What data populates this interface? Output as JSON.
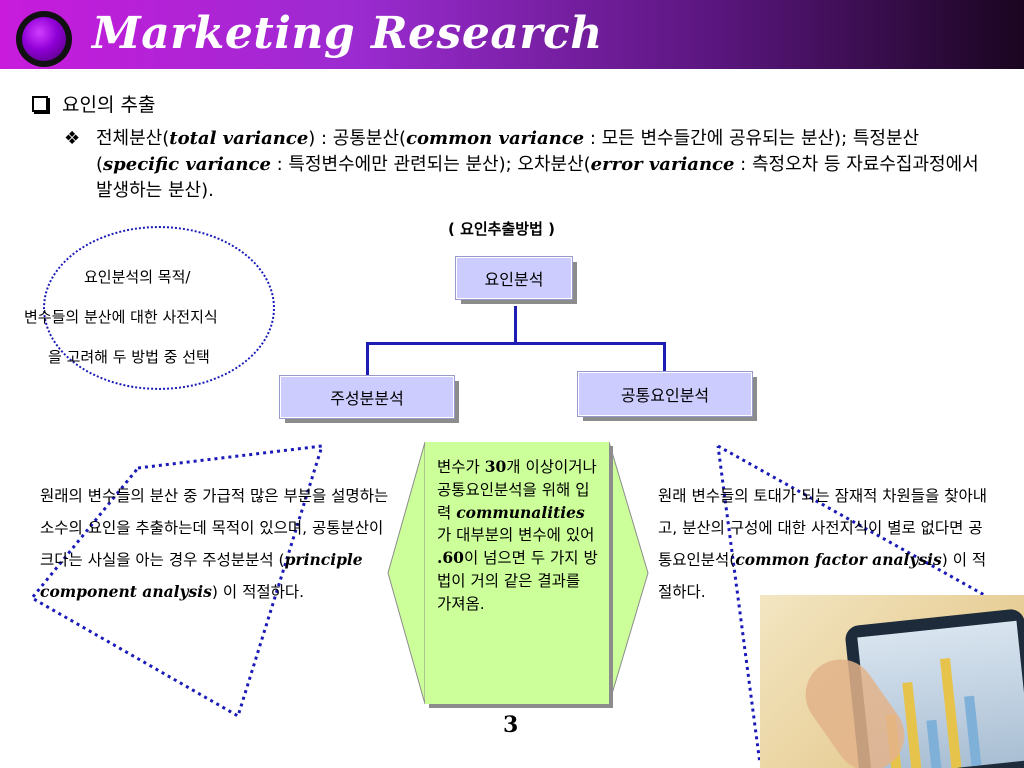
{
  "header": {
    "title": "Marketing Research"
  },
  "bullet1": "요인의 추출",
  "bullet2": {
    "mark": "❖",
    "p1": "전체분산(",
    "e1": "total variance",
    "p2": ") : 공통분산(",
    "e2": "common variance",
    "p3": " : 모든 변수들간에 공유되는 분산); 특정분산(",
    "e3": "specific variance",
    "p4": " : 특정변수에만 관련되는 분산); 오차분산(",
    "e4": "error variance",
    "p5": " : 측정오차 등 자료수집과정에서 발생하는 분산)."
  },
  "method_label": "( 요인추출방법 )",
  "tree": {
    "root": "요인분석",
    "left": "주성분분석",
    "right": "공통요인분석"
  },
  "note": {
    "line1": "요인분석의 목적/",
    "line2": "변수들의 분산에 대한 사전지식",
    "line3": "을 고려해 두 방법 중 선택"
  },
  "left_para": {
    "t1": "원래의 변수들의 분산 중 가급적 많은 부분을 설명하는 소수의 요인을 추출하는데 목적이 있으며, 공통분산이 크다는 사실을 아는 경우 주성분분석 (",
    "e1": "principle component analysis",
    "t2": ") 이 적절하다."
  },
  "right_para": {
    "t1": "원래 변수들의 토대가 되는 잠재적 차원들을 찾아내고, 분산의 구성에 대한 사전지식이 별로 없다면 공통요인분석(",
    "e1": "common factor analysis",
    "t2": ") 이 적절하다."
  },
  "card": {
    "t1": "변수가 ",
    "b1": "30",
    "t2": "개 이상이거나 공통요인분석을 위해 입력 ",
    "e1": "communalities",
    "t3": "가 대부분의 변수에 있어 ",
    "b2": ".60",
    "t4": "이 넘으면 두 가지 방법이 거의 같은 결과를 가져옴."
  },
  "page_number": "3",
  "colors": {
    "accent": "#9b2bd0",
    "box": "#ccccff",
    "card": "#ccff99",
    "line": "#1d1db3"
  }
}
